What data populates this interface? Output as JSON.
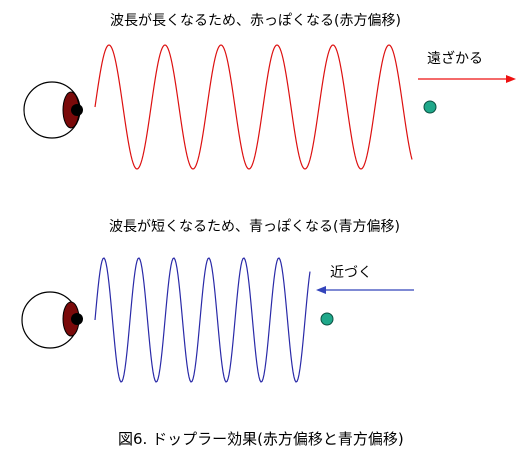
{
  "redshift": {
    "caption": "波長が長くなるため、赤っぽくなる(赤方偏移)",
    "motion_label": "遠ざかる",
    "wave_color": "#dd1111",
    "arrow_color": "#ee1111"
  },
  "blueshift": {
    "caption": "波長が短くなるため、青っぽくなる(青方偏移)",
    "motion_label": "近づく",
    "wave_color": "#2a2aa8",
    "arrow_color": "#3344bb"
  },
  "figure_caption": "図6. ドップラー効果(赤方偏移と青方偏移)",
  "colors": {
    "eye_outline": "#000000",
    "iris": "#7a0a0a",
    "pupil": "#000000",
    "source_fill": "#1fa88a",
    "source_outline": "#0b4f40"
  }
}
